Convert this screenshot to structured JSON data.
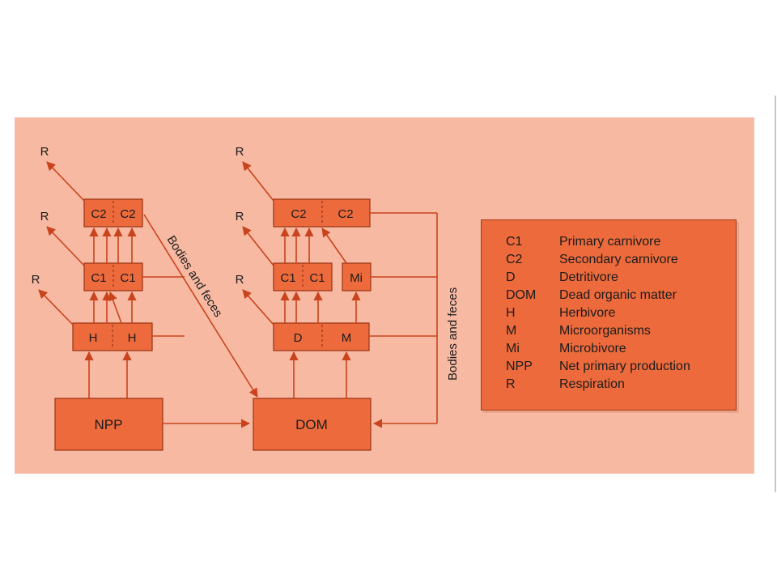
{
  "diagram": {
    "left_flow": {
      "npp": "NPP",
      "h_left": "H",
      "h_right": "H",
      "c1_left": "C1",
      "c1_right": "C1",
      "c2_left": "C2",
      "c2_right": "C2",
      "r_top": "R",
      "r_mid": "R",
      "r_low": "R"
    },
    "right_flow": {
      "dom": "DOM",
      "d": "D",
      "m": "M",
      "c1_left": "C1",
      "c1_right": "C1",
      "mi": "Mi",
      "c2_left": "C2",
      "c2_right": "C2",
      "r_top": "R",
      "r_mid": "R",
      "r_low": "R"
    },
    "diagonal_label": "Bodies and feces",
    "vertical_label": "Bodies and feces"
  },
  "legend": {
    "items": [
      {
        "code": "C1",
        "desc": "Primary carnivore"
      },
      {
        "code": "C2",
        "desc": "Secondary carnivore"
      },
      {
        "code": "D",
        "desc": "Detritivore"
      },
      {
        "code": "DOM",
        "desc": "Dead organic matter"
      },
      {
        "code": "H",
        "desc": "Herbivore"
      },
      {
        "code": "M",
        "desc": "Microorganisms"
      },
      {
        "code": "Mi",
        "desc": "Microbivore"
      },
      {
        "code": "NPP",
        "desc": "Net primary production"
      },
      {
        "code": "R",
        "desc": "Respiration"
      }
    ]
  },
  "colors": {
    "panel": "#f7b9a2",
    "box_fill": "#ec6a3c",
    "line": "#c9431c",
    "text": "#1c1c1c"
  }
}
